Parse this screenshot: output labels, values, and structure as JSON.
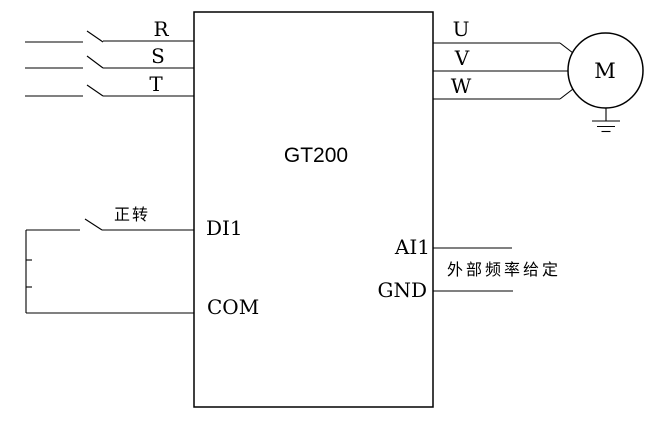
{
  "diagram": {
    "device_label": "GT200",
    "phase_inputs": [
      {
        "label": "R"
      },
      {
        "label": "S"
      },
      {
        "label": "T"
      }
    ],
    "motor_outputs": [
      {
        "label": "U"
      },
      {
        "label": "V"
      },
      {
        "label": "W"
      }
    ],
    "terminals": {
      "digital_input": "DI1",
      "common": "COM",
      "analog_input": "AI1",
      "analog_ground": "GND"
    },
    "motor_label": "M",
    "annotations": {
      "forward_run": "正转",
      "external_frequency_reference": "外部频率给定"
    },
    "colors": {
      "line": "#000000",
      "background": "#ffffff",
      "text": "#000000"
    }
  }
}
